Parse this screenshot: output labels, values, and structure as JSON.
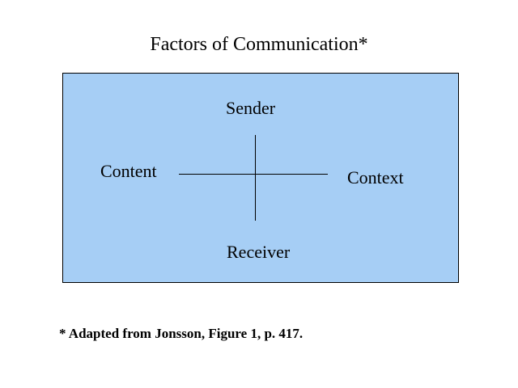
{
  "title": "Factors of Communication*",
  "diagram": {
    "top_label": "Sender",
    "left_label": "Content",
    "right_label": "Context",
    "bottom_label": "Receiver",
    "box_color": "#a6cef5"
  },
  "footnote": "* Adapted from Jonsson, Figure 1, p. 417."
}
